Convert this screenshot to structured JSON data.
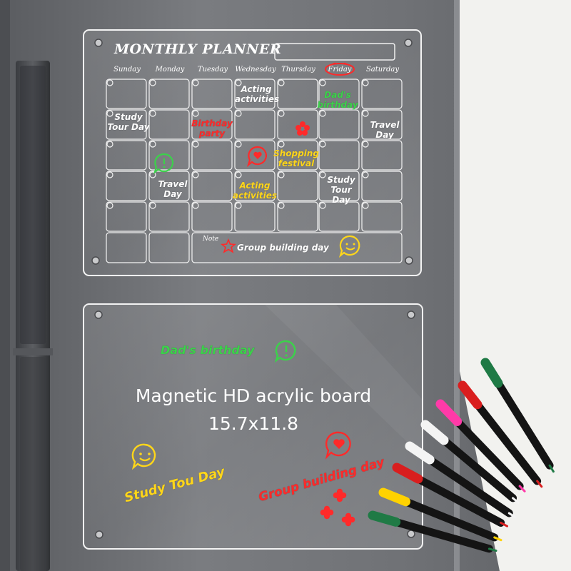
{
  "planner": {
    "title": "MONTHLY PLANNER",
    "days": [
      "Sunday",
      "Monday",
      "Tuesday",
      "Wednesday",
      "Thursday",
      "Friday",
      "Saturday"
    ],
    "note_label": "Note",
    "entries": {
      "study_tour_1": "Study Tour Day",
      "birthday_party": "Birthday party",
      "acting_1": "Acting activities",
      "dads_birthday": "Dad's birthday",
      "travel_1": "Travel Day",
      "travel_2": "Travel Day",
      "shopping": "Shopping festival",
      "acting_2": "Acting activities",
      "study_tour_2": "Study Tour Day",
      "group_building": "Group building day"
    }
  },
  "board": {
    "dads_birthday": "Dad's birthday",
    "headline_1": "Magnetic HD acrylic board",
    "headline_2": "15.7x11.8",
    "study_day": "Study Tou Day",
    "group_building": "Group building day"
  },
  "colors": {
    "green": "#3bd24a",
    "red": "#ff2a2a",
    "yellow": "#ffd61a",
    "white": "#ffffff",
    "fridge": "#6d6f73",
    "wall": "#f2f2ef"
  },
  "markers": [
    "green",
    "red",
    "pink",
    "white",
    "white",
    "red",
    "yellow",
    "green"
  ]
}
